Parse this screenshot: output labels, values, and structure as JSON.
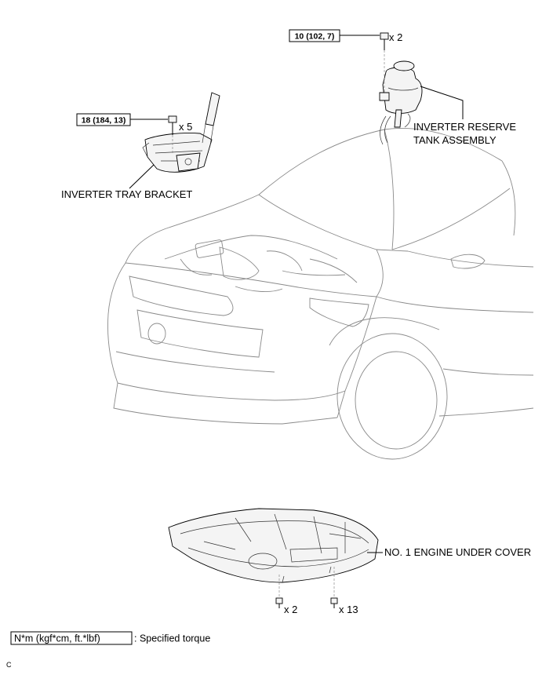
{
  "labels": {
    "tray_bracket": "INVERTER TRAY BRACKET",
    "reserve_tank_line1": "INVERTER RESERVE",
    "reserve_tank_line2": "TANK ASSEMBLY",
    "under_cover": "NO. 1 ENGINE UNDER COVER"
  },
  "torques": {
    "tray_bracket": "18 (184, 13)",
    "reserve_tank": "10 (102, 7)"
  },
  "quantities": {
    "tray_bracket_bolts": "x 5",
    "reserve_tank_bolts": "x 2",
    "under_cover_left": "x 2",
    "under_cover_right": "x 13"
  },
  "legend": {
    "unit_box": "N*m (kgf*cm, ft.*lbf)",
    "description": ": Specified torque"
  },
  "corner_code": "C"
}
